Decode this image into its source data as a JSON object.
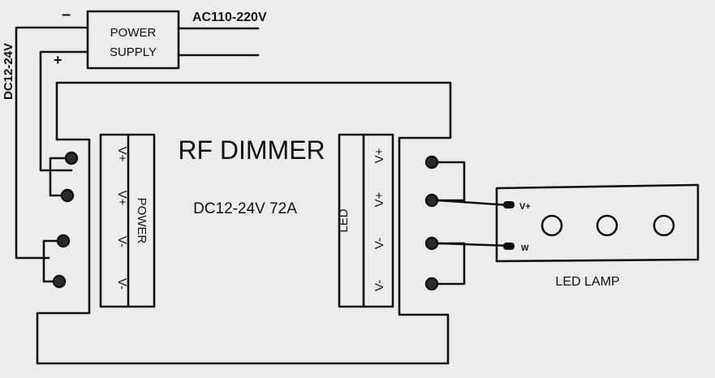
{
  "diagram": {
    "power_supply": {
      "label_line1": "POWER",
      "label_line2": "SUPPLY",
      "ac_label": "AC110-220V",
      "minus_sign": "–",
      "plus_sign": "+"
    },
    "dc_label": "DC12-24V",
    "dimmer": {
      "title": "RF DIMMER",
      "rating": "DC12-24V 72A",
      "power_strip_label": "POWER",
      "power_pins": [
        "V+",
        "V+",
        "V-",
        "V-"
      ],
      "led_strip_label": "LED",
      "led_pins": [
        "V+",
        "V+",
        "V-",
        "V-"
      ]
    },
    "led_lamp": {
      "label": "LED LAMP",
      "pin_vplus": "V+",
      "pin_w": "W"
    }
  }
}
